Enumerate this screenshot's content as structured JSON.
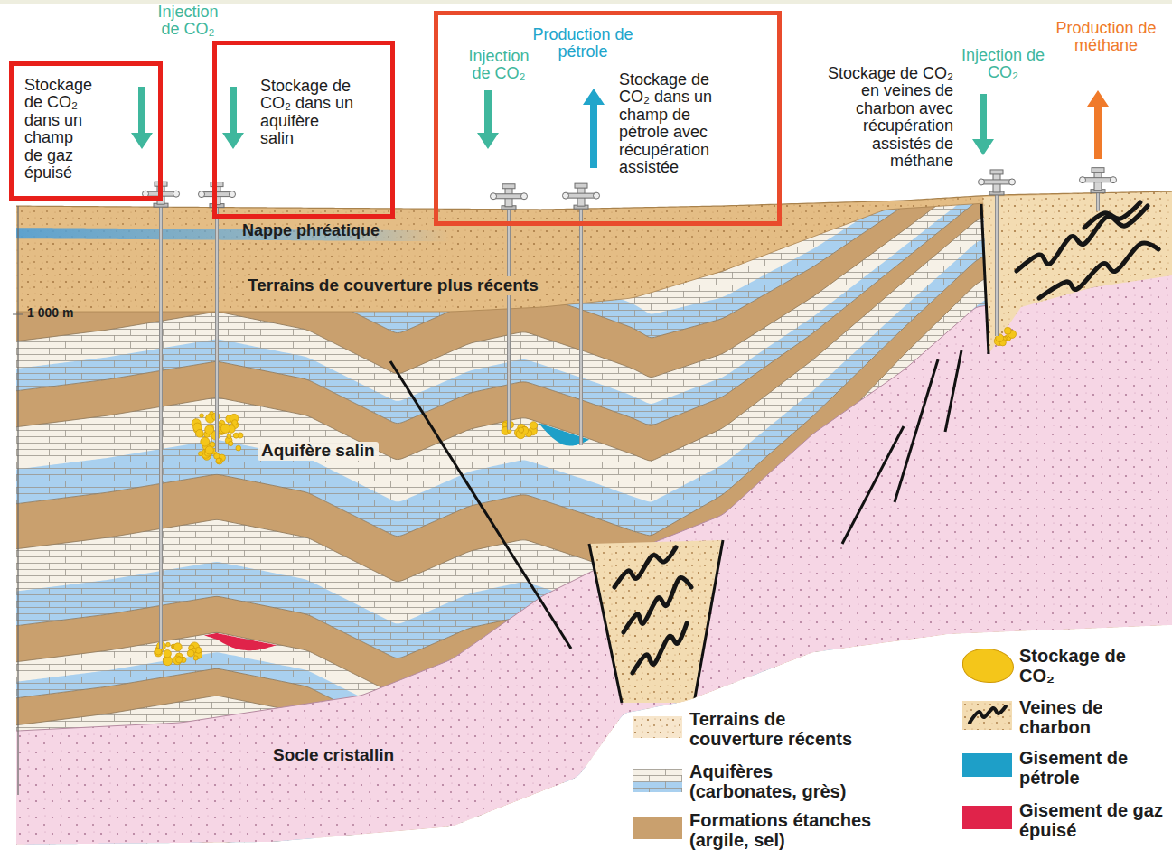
{
  "diagram": {
    "nodes": [
      {
        "text": [
          "Stockage de CO₂ dans un champ de gaz épuisé"
        ]
      },
      {
        "text": [
          "Stockage de CO₂ dans un aquifère salin"
        ]
      },
      {
        "text": [
          "Injection de CO₂",
          "Production de pétrole",
          "Stockage de CO₂ dans un champ de pétrole avec récupération assistée"
        ]
      }
    ],
    "labels": [
      "Injection de CO₂",
      "Stockage de CO₂ en veines de charbon avec récupération assistés de méthane",
      "Injection de CO₂",
      "Production de méthane",
      "Nappe phréatique",
      "Terrains de couverture plus récents",
      "1 000 m",
      "Aquifère salin",
      "Socle cristallin"
    ],
    "legend": [
      {
        "text": "Terrains de couverture récents"
      },
      {
        "text": "Aquifères (carbonates, grès)"
      },
      {
        "text": "Formations étanches (argile, sel)",
        "color": "#c9a06e"
      },
      {
        "text": "Stockage de CO₂",
        "color": "#f4c61a"
      },
      {
        "text": "Veines de charbon"
      },
      {
        "text": "Gisement de pétrole",
        "color": "#1e9fc8"
      },
      {
        "text": "Gisement de gaz épuisé",
        "color": "#e0234a"
      }
    ]
  }
}
